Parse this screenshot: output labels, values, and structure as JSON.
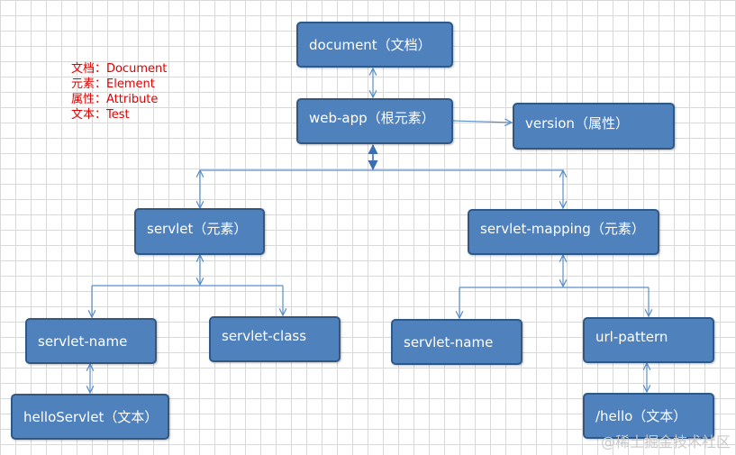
{
  "legend": [
    "文档：Document",
    "元素：Element",
    "属性：Attribute",
    "文本：Test"
  ],
  "nodes": {
    "document": "document（文档）",
    "web_app": "web-app（根元素）",
    "version": "version（属性）",
    "servlet": "servlet（元素）",
    "servlet_mapping": "servlet-mapping（元素）",
    "servlet_name_left": "servlet-name",
    "servlet_class": "servlet-class",
    "servlet_name_right": "servlet-name",
    "url_pattern": "url-pattern",
    "hello_servlet": "helloServlet（文本）",
    "hello_path": "/hello（文本）"
  },
  "watermark": "@稀土掘金技术社区",
  "colors": {
    "node_fill": "#4f81bd",
    "node_border": "#2f5885",
    "connector": "#5b8fc9",
    "legend_text": "#e00000",
    "grid": "#d9d9d9"
  }
}
